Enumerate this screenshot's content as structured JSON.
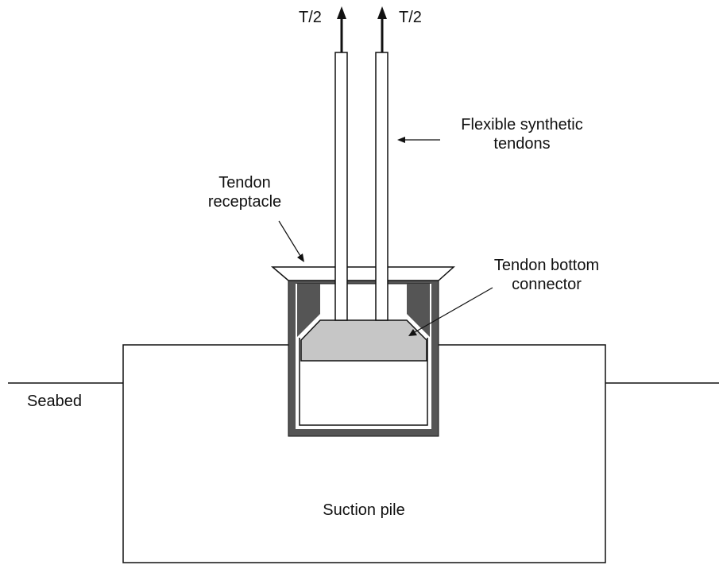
{
  "labels": {
    "tension_left": "T/2",
    "tension_right": "T/2",
    "flexible_tendons_line1": "Flexible synthetic",
    "flexible_tendons_line2": "tendons",
    "receptacle_line1": "Tendon",
    "receptacle_line2": "receptacle",
    "connector_line1": "Tendon bottom",
    "connector_line2": "connector",
    "seabed": "Seabed",
    "suction_pile": "Suction pile"
  },
  "colors": {
    "line": "#111111",
    "wall_dark": "#555555",
    "connector_fill": "#c6c6c6",
    "background": "#ffffff"
  }
}
